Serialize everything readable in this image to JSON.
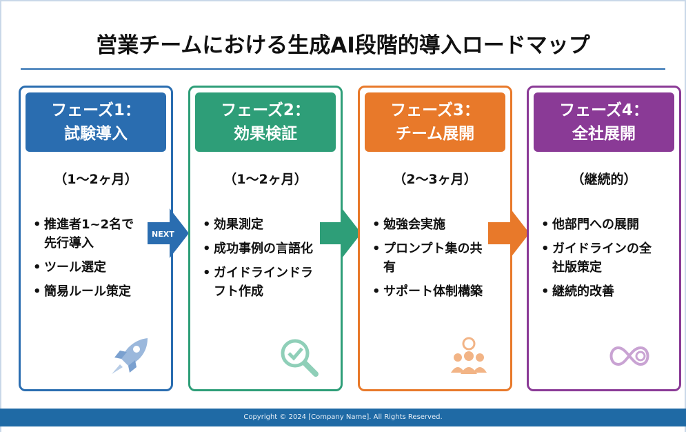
{
  "title": "営業チームにおける生成AI段階的導入ロードマップ",
  "phases": [
    {
      "head1": "フェーズ1：",
      "head2": "試験導入",
      "period": "（1〜2ヶ月）",
      "items": [
        "推進者1~2名で先行導入",
        "ツール選定",
        "簡易ルール策定"
      ],
      "color": "#2a6db0",
      "icon": "rocket-icon"
    },
    {
      "head1": "フェーズ2：",
      "head2": "効果検証",
      "period": "（1〜2ヶ月）",
      "items": [
        "効果測定",
        "成功事例の言語化",
        "ガイドラインドラフト作成"
      ],
      "color": "#2e9e78",
      "icon": "magnifier-check-icon"
    },
    {
      "head1": "フェーズ3：",
      "head2": "チーム展開",
      "period": "（2〜3ヶ月）",
      "items": [
        "勉強会実施",
        "プロンプト集の共有",
        "サポート体制構築"
      ],
      "color": "#e8792a",
      "icon": "team-lightbulb-icon"
    },
    {
      "head1": "フェーズ4：",
      "head2": "全社展開",
      "period": "（継続的）",
      "items": [
        "他部門への展開",
        "ガイドラインの全社版策定",
        "継続的改善"
      ],
      "color": "#8a3a96",
      "icon": "infinity-gear-icon"
    }
  ],
  "arrow_label": "NEXT",
  "footer": "Copyright © 2024 [Company Name]. All Rights Reserved."
}
